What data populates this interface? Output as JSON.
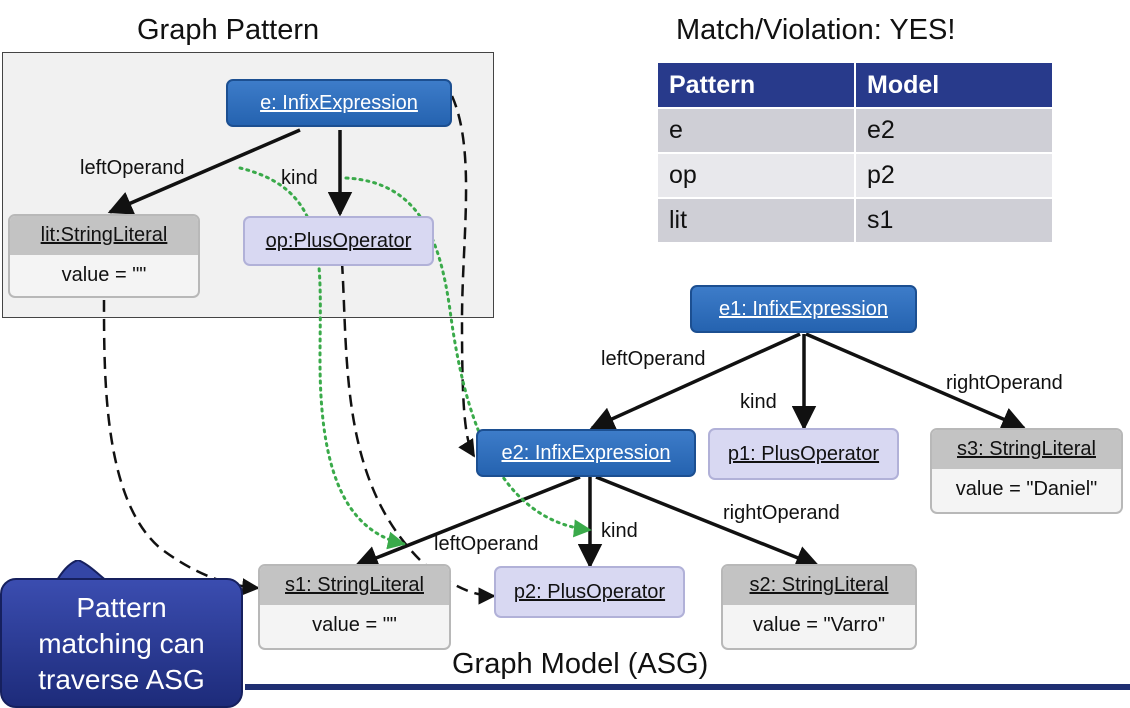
{
  "headings": {
    "pattern": "Graph Pattern",
    "match": "Match/Violation: YES!",
    "model": "Graph Model (ASG)"
  },
  "match_table": {
    "columns": [
      "Pattern",
      "Model"
    ],
    "rows": [
      [
        "e",
        "e2"
      ],
      [
        "op",
        "p2"
      ],
      [
        "lit",
        "s1"
      ]
    ]
  },
  "pattern_nodes": {
    "e": "e: InfixExpression",
    "lit": {
      "title": "lit:StringLiteral",
      "value": "value = \"\""
    },
    "op": "op:PlusOperator"
  },
  "model_nodes": {
    "e1": "e1: InfixExpression",
    "e2": "e2: InfixExpression",
    "p1": "p1: PlusOperator",
    "p2": "p2: PlusOperator",
    "s1": {
      "title": "s1: StringLiteral",
      "value": "value = \"\""
    },
    "s2": {
      "title": "s2: StringLiteral",
      "value": "value = \"Varro\""
    },
    "s3": {
      "title": "s3: StringLiteral",
      "value": "value = \"Daniel\""
    }
  },
  "edge_labels": {
    "pattern_left": "leftOperand",
    "pattern_kind": "kind",
    "e1_left": "leftOperand",
    "e1_kind": "kind",
    "e1_right": "rightOperand",
    "e2_left": "leftOperand",
    "e2_kind": "kind",
    "e2_right": "rightOperand"
  },
  "callout": {
    "line1": "Pattern",
    "line2": "matching can",
    "line3": "traverse ASG"
  },
  "colors": {
    "pattern_node": "#2563b0",
    "operator_node": "#d8d8f2",
    "literal_header": "#c3c3c3",
    "table_header": "#283a8b",
    "match_edge": "#3aaa4a",
    "callout": "#2a3a96"
  }
}
